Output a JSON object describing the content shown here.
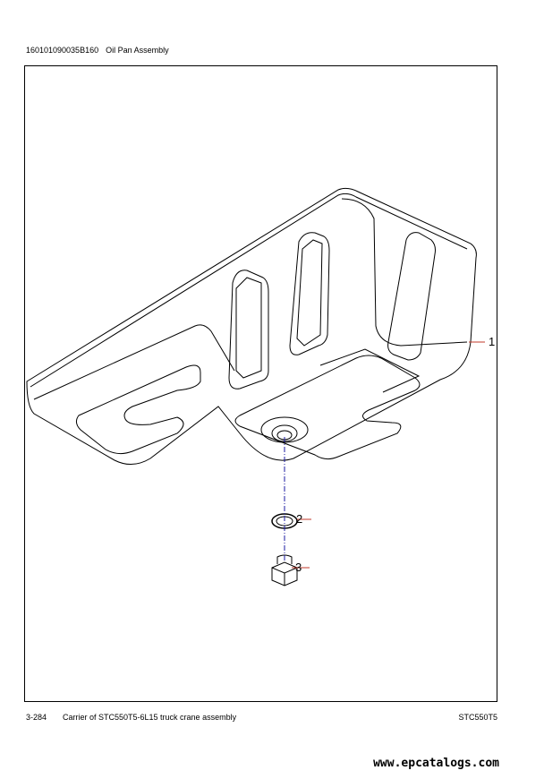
{
  "header": {
    "part_number": "160101090035B160",
    "title": "Oil Pan Assembly"
  },
  "callouts": [
    "1",
    "2",
    "3"
  ],
  "footer": {
    "page": "3-284",
    "description": "Carrier of STC550T5-6L15 truck crane assembly",
    "model": "STC550T5"
  },
  "watermark": "www.epcatalogs.com",
  "colors": {
    "leader_line": "#c0392b",
    "axis_line": "#1a1aa0"
  }
}
